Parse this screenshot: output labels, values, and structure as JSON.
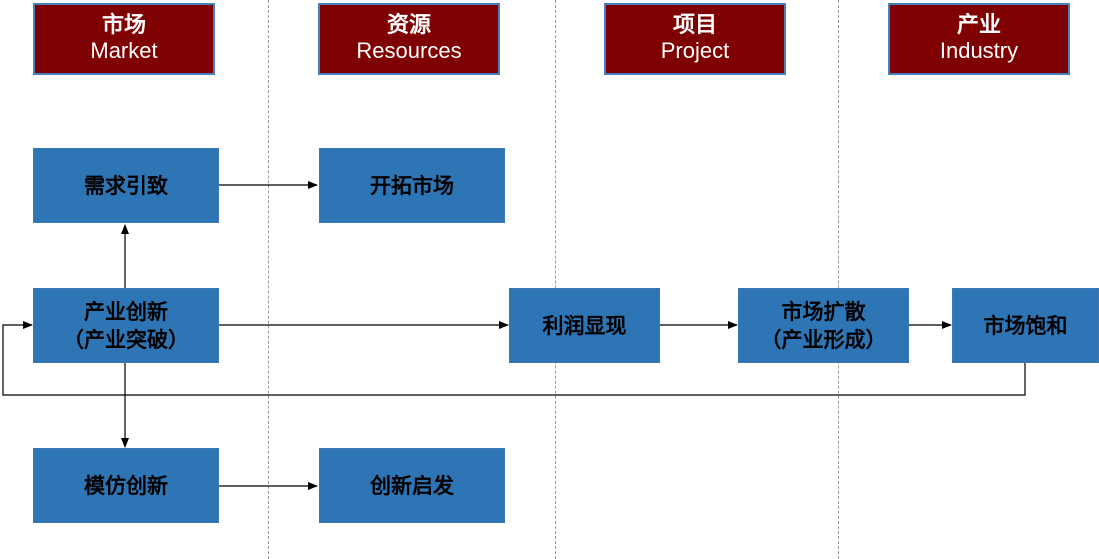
{
  "columns": [
    {
      "zh": "市场",
      "en": "Market"
    },
    {
      "zh": "资源",
      "en": "Resources"
    },
    {
      "zh": "项目",
      "en": "Project"
    },
    {
      "zh": "产业",
      "en": "Industry"
    }
  ],
  "nodes": {
    "demand_driven": {
      "line1": "需求引致"
    },
    "expand_market": {
      "line1": "开拓市场"
    },
    "industry_innovation": {
      "line1": "产业创新",
      "line2": "（产业突破）"
    },
    "profit_emerges": {
      "line1": "利润显现"
    },
    "market_diffusion": {
      "line1": "市场扩散",
      "line2": "（产业形成）"
    },
    "market_saturation": {
      "line1": "市场饱和"
    },
    "imitation_innovation": {
      "line1": "模仿创新"
    },
    "innovation_inspiration": {
      "line1": "创新启发"
    }
  },
  "colors": {
    "header_bg": "#7f0000",
    "header_border": "#4a7fc1",
    "node_bg": "#2e75b6",
    "arrow": "#000000",
    "divider": "#9a9a9a"
  }
}
